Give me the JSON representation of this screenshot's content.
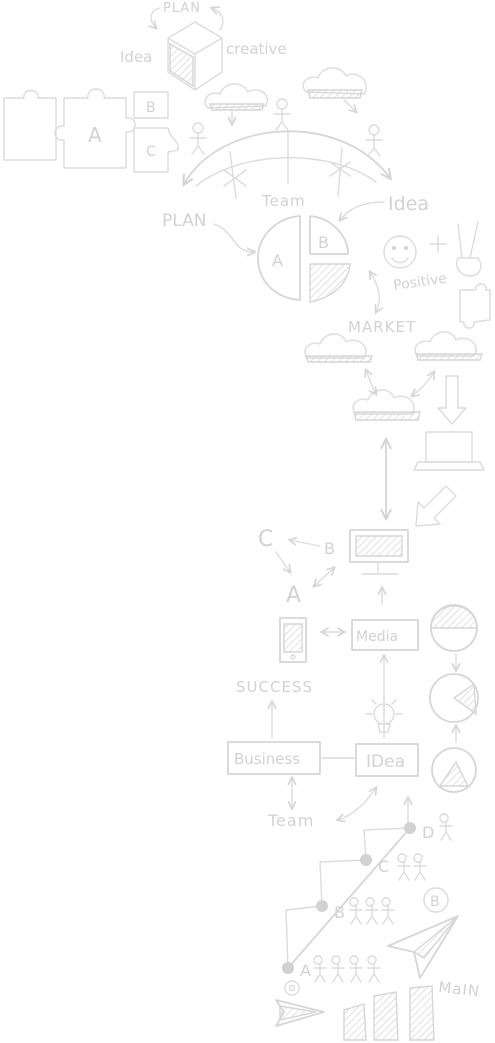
{
  "labels": {
    "plan_top": "PLAN",
    "idea_top": "Idea",
    "creative": "creative",
    "puzzle_a": "A",
    "puzzle_b": "B",
    "puzzle_c": "C",
    "team": "Team",
    "plan_mid": "PLAN",
    "idea_mid": "Idea",
    "pie_a": "A",
    "pie_b": "B",
    "positive": "Positive",
    "market": "MARKET",
    "c_letter": "C",
    "b_letter": "B",
    "a_letter": "A",
    "media": "Media",
    "success": "SUCCESS",
    "business": "Business",
    "idea_box": "IDea",
    "team_bottom": "Team",
    "step_d": "D",
    "step_c": "C",
    "step_b": "B",
    "step_a": "A",
    "circle_b": "B",
    "main": "MaIN"
  },
  "colors": {
    "background": "#ffffff",
    "sketch_line": "#dcdcdc",
    "sketch_text": "#d2d2d2"
  }
}
